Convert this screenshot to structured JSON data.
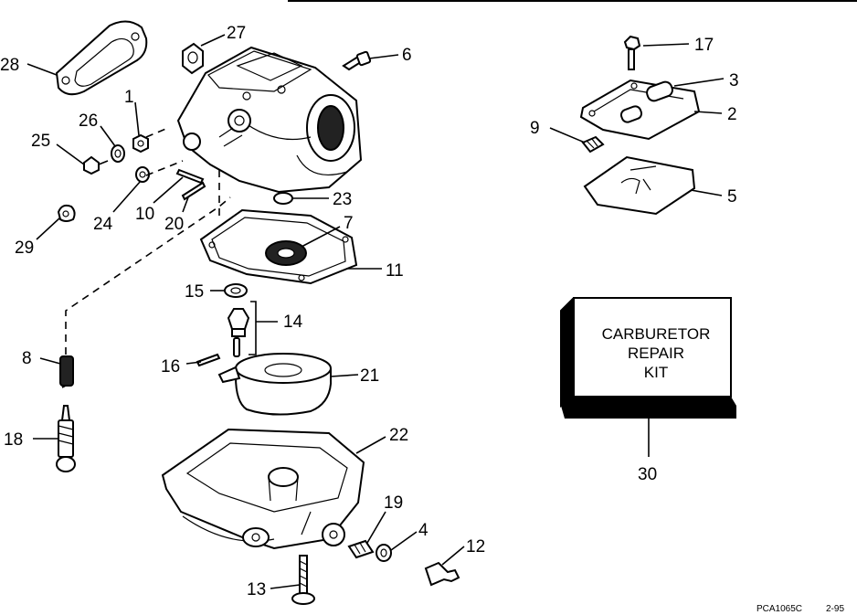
{
  "figure_code": "PCA1065C",
  "figure_date": "2-95",
  "kit": {
    "line1": "CARBURETOR",
    "line2": "REPAIR",
    "line3": "KIT"
  },
  "callouts": {
    "c1": "1",
    "c2": "2",
    "c3": "3",
    "c4": "4",
    "c5": "5",
    "c6": "6",
    "c7": "7",
    "c8": "8",
    "c9": "9",
    "c10": "10",
    "c11": "11",
    "c12": "12",
    "c13": "13",
    "c14": "14",
    "c15": "15",
    "c16": "16",
    "c17": "17",
    "c18": "18",
    "c19": "19",
    "c20": "20",
    "c21": "21",
    "c22": "22",
    "c23": "23",
    "c24": "24",
    "c25": "25",
    "c26": "26",
    "c27": "27",
    "c28": "28",
    "c29": "29",
    "c30": "30"
  }
}
